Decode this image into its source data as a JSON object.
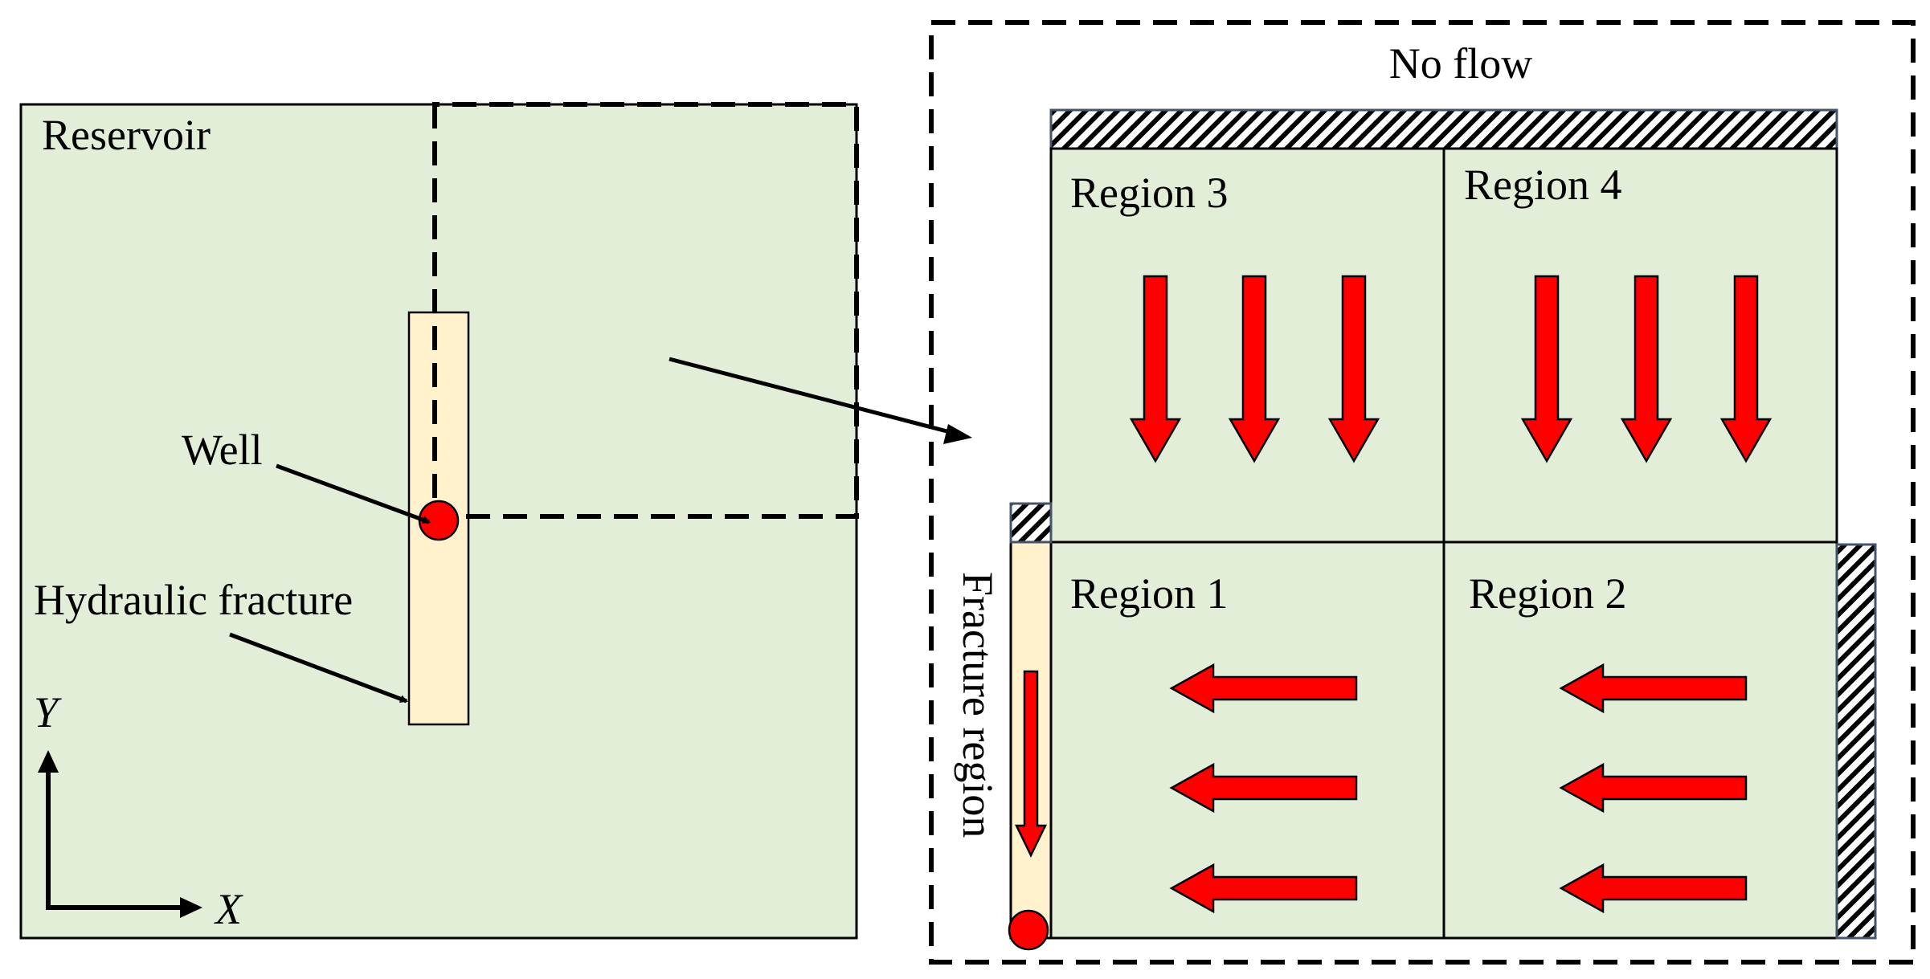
{
  "labels": {
    "reservoir": "Reservoir",
    "well": "Well",
    "hydraulic_fracture": "Hydraulic fracture",
    "axis_y": "Y",
    "axis_x": "X",
    "no_flow": "No flow",
    "region_1": "Region 1",
    "region_2": "Region 2",
    "region_3": "Region 3",
    "region_4": "Region 4",
    "fracture_region": "Fracture region"
  },
  "colors": {
    "reservoir_fill": "#e2eed8",
    "fracture_fill": "#fff2cc",
    "arrow_red": "#ff0000",
    "boundary_stroke": "#44546a"
  }
}
